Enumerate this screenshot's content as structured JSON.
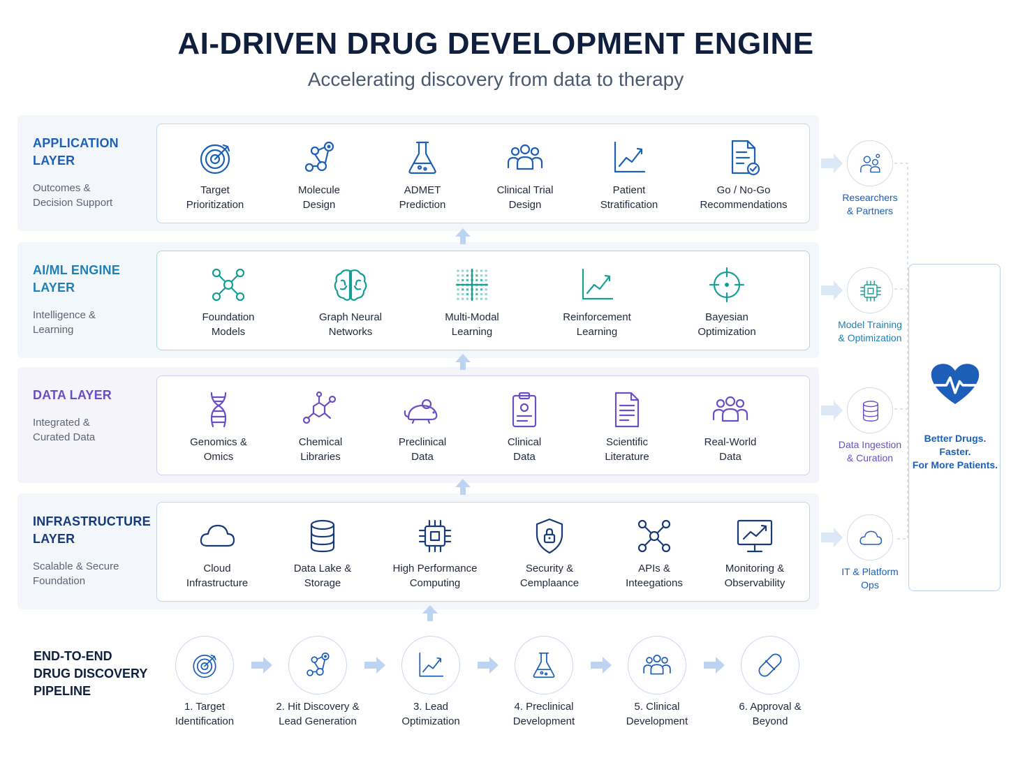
{
  "title": "AI-DRIVEN DRUG DEVELOPMENT ENGINE",
  "subtitle": "Accelerating discovery from data to therapy",
  "colors": {
    "navy": "#0f1f3d",
    "application": "#1d5fb8",
    "engine": "#1f7fb6",
    "engine_icon": "#169e96",
    "data": "#6a4fc4",
    "infrastructure": "#173a78",
    "arrow": "#bcd4f2"
  },
  "layers": [
    {
      "name": "APPLICATION\nLAYER",
      "desc": "Outcomes &\nDecision Support",
      "items": [
        {
          "label": "Target\nPrioritization",
          "icon": "target-icon"
        },
        {
          "label": "Molecule\nDesign",
          "icon": "molecule-icon"
        },
        {
          "label": "ADMET\nPrediction",
          "icon": "flask-icon"
        },
        {
          "label": "Clinical Trial\nDesign",
          "icon": "people-group-icon"
        },
        {
          "label": "Patient\nStratification",
          "icon": "line-chart-icon"
        },
        {
          "label": "Go / No-Go\nRecommendations",
          "icon": "document-check-icon"
        }
      ]
    },
    {
      "name": "AI/ML ENGINE\nLAYER",
      "desc": "Intelligence &\nLearning",
      "items": [
        {
          "label": "Foundation\nModels",
          "icon": "network-node-icon"
        },
        {
          "label": "Graph Neural\nNetworks",
          "icon": "brain-icon"
        },
        {
          "label": "Multi-Modal\nLearning",
          "icon": "dot-burst-icon"
        },
        {
          "label": "Reinforcement\nLearning",
          "icon": "line-chart-icon"
        },
        {
          "label": "Bayesian\nOptimization",
          "icon": "crosshair-icon"
        }
      ]
    },
    {
      "name": "DATA LAYER",
      "desc": "Integrated &\nCurated Data",
      "items": [
        {
          "label": "Genomics &\nOmics",
          "icon": "dna-icon"
        },
        {
          "label": "Chemical\nLibraries",
          "icon": "hexagon-molecule-icon"
        },
        {
          "label": "Preclinical\nData",
          "icon": "mouse-icon"
        },
        {
          "label": "Clinical\nData",
          "icon": "clipboard-icon"
        },
        {
          "label": "Scientific\nLiterature",
          "icon": "document-icon"
        },
        {
          "label": "Real-World\nData",
          "icon": "people-group-icon"
        }
      ]
    },
    {
      "name": "INFRASTRUCTURE\nLAYER",
      "desc": "Scalable & Secure\nFoundation",
      "items": [
        {
          "label": "Cloud\nInfrastructure",
          "icon": "cloud-icon"
        },
        {
          "label": "Data Lake &\nStorage",
          "icon": "database-icon"
        },
        {
          "label": "High Performance\nComputing",
          "icon": "chip-icon"
        },
        {
          "label": "Security &\nCemplaance",
          "icon": "shield-lock-icon"
        },
        {
          "label": "APIs &\nInteegations",
          "icon": "network-node-icon"
        },
        {
          "label": "Monitoring &\nObservability",
          "icon": "monitor-chart-icon"
        }
      ]
    }
  ],
  "side_nodes": [
    {
      "label": "Researchers\n& Partners",
      "icon": "researchers-icon"
    },
    {
      "label": "Model Training\n& Optimization",
      "icon": "chip-icon"
    },
    {
      "label": "Data Ingestion\n& Curation",
      "icon": "database-icon"
    },
    {
      "label": "IT & Platform\nOps",
      "icon": "cloud-icon"
    }
  ],
  "outcome": {
    "text": "Better Drugs.\nFaster.\nFor More Patients.",
    "icon": "heart-pulse-icon"
  },
  "pipeline": {
    "label": "END-TO-END\nDRUG DISCOVERY\nPIPELINE",
    "stages": [
      {
        "label": "1. Target\nIdentification",
        "icon": "target-icon"
      },
      {
        "label": "2. Hit Discovery &\nLead Generation",
        "icon": "molecule-icon"
      },
      {
        "label": "3. Lead\nOptimization",
        "icon": "line-chart-icon"
      },
      {
        "label": "4. Preclinical\nDevelopment",
        "icon": "flask-icon"
      },
      {
        "label": "5. Clinical\nDevelopment",
        "icon": "people-group-icon"
      },
      {
        "label": "6. Approval &\nBeyond",
        "icon": "pill-icon"
      }
    ]
  }
}
